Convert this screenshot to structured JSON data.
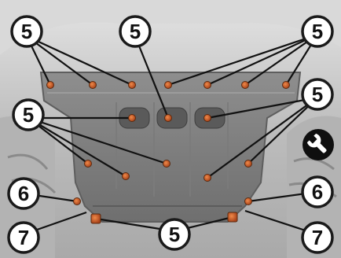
{
  "callouts": {
    "c_top_left": "5",
    "c_top_center": "5",
    "c_top_right": "5",
    "c_mid_right": "5",
    "c_mid_left": "5",
    "c_bottom_center": "5",
    "c_six_left": "6",
    "c_six_right": "6",
    "c_seven_left": "7",
    "c_seven_right": "7"
  },
  "icons": {
    "service_icon": "wrench-icon"
  },
  "colors": {
    "bolt": "#c8541f",
    "callout_border": "#1a1a1a",
    "callout_fill": "#ffffff",
    "leader": "#111111",
    "badge": "#0f0f0f"
  }
}
